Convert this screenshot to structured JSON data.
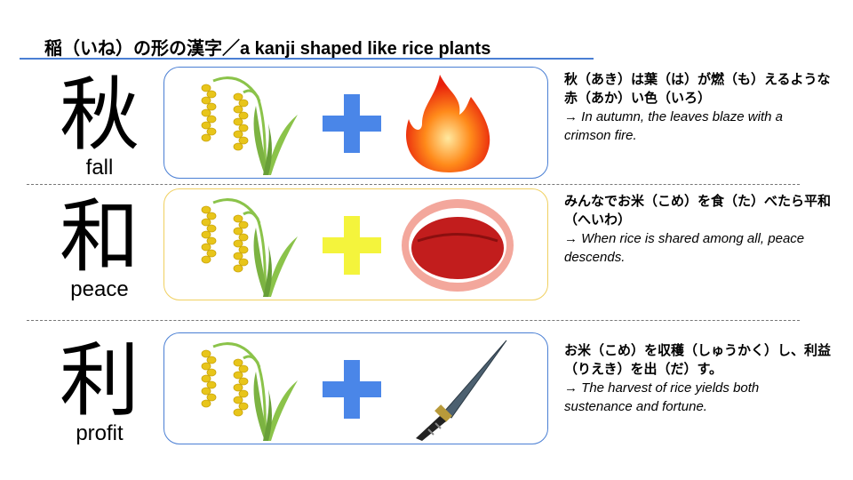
{
  "title": "稲（いね）の形の漢字／a kanji shaped like rice plants",
  "rows": [
    {
      "kanji": "秋",
      "label": "fall",
      "plus_color": "#4a86e8",
      "image": "fire-icon",
      "jp": "秋（あき）は葉（は）が燃（も）えるような赤（あか）い色（いろ）",
      "en": "→ In autumn, the leaves blaze with a crimson fire."
    },
    {
      "kanji": "和",
      "label": "peace",
      "plus_color": "#f4f43c",
      "image": "mouth-icon",
      "jp": "みんなでお米（こめ）を食（た）べたら平和（へいわ）",
      "en": "→ When rice is shared among all, peace descends."
    },
    {
      "kanji": "利",
      "label": "profit",
      "plus_color": "#4a86e8",
      "image": "knife-icon",
      "jp": "お米（こめ）を収穫（しゅうかく）し、利益（りえき）を出（だ）す。",
      "en": "→ The harvest of rice yields both sustenance and fortune."
    }
  ]
}
